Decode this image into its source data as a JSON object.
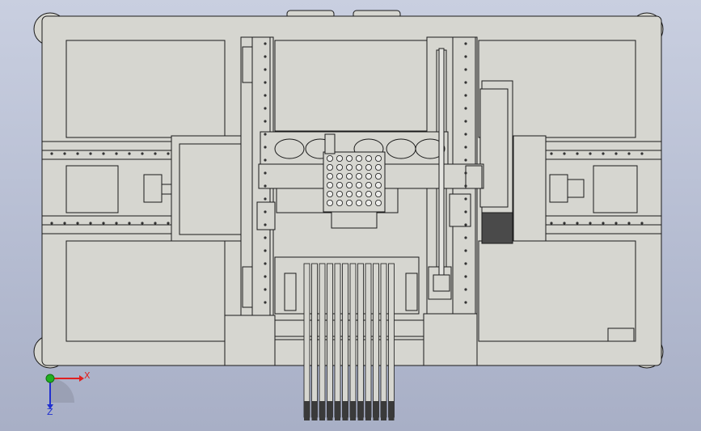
{
  "triad": {
    "x_label": "X",
    "z_label": "Z",
    "colors": {
      "x": "#e02020",
      "y": "#20b020",
      "z": "#2030d0"
    }
  },
  "model": {
    "body_fill": "#d6d6d0",
    "outline": "#1a1a1a",
    "dark_part": "#3a3a3a",
    "nozzle_count": 12,
    "nozzle_grid_rows": 6,
    "nozzle_grid_cols": 6
  }
}
